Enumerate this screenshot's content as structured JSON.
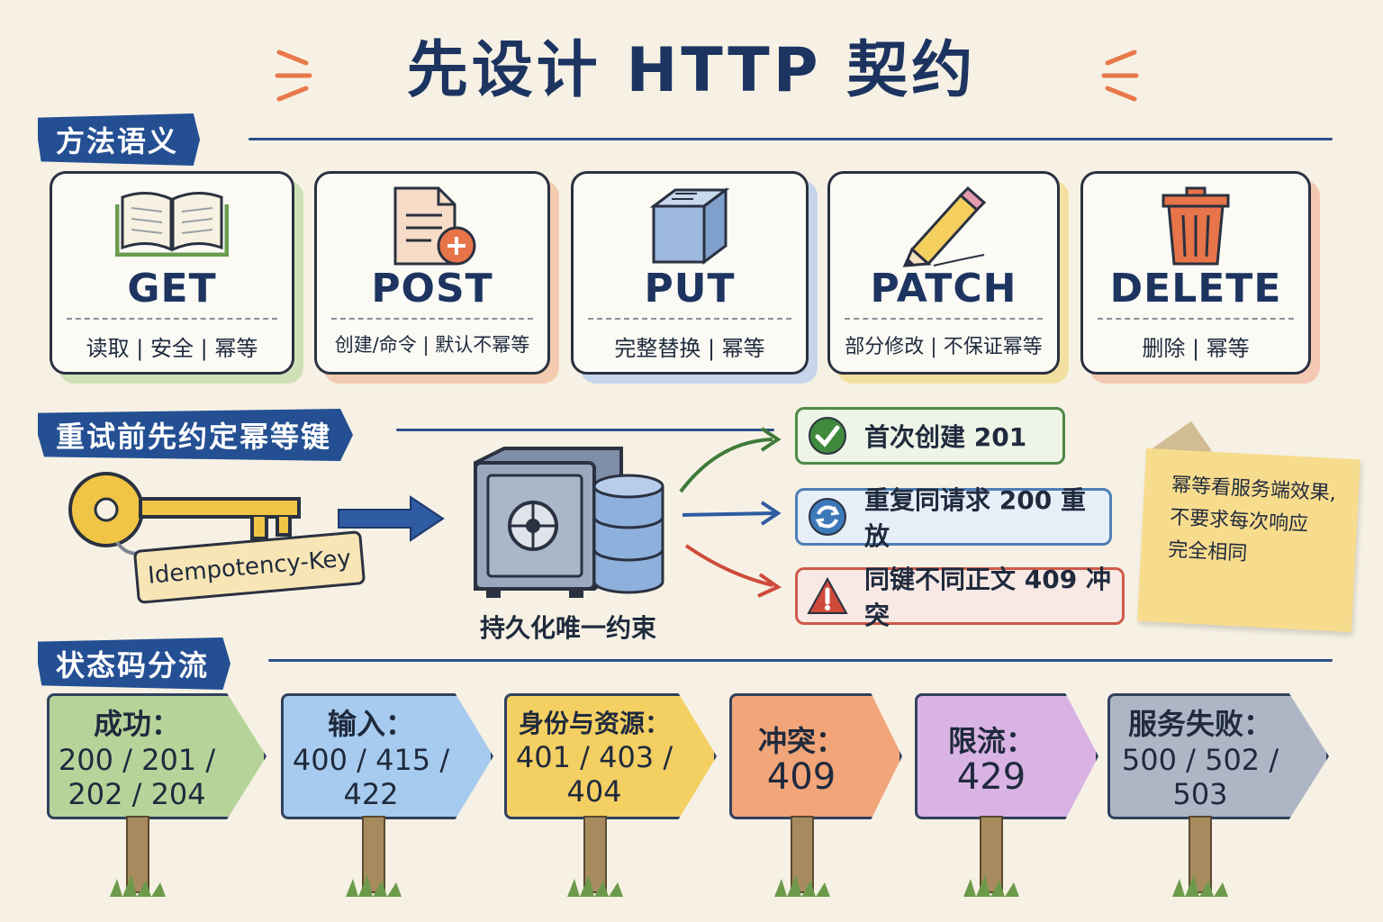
{
  "title": "先设计 HTTP 契约",
  "sections": {
    "methods": "方法语义",
    "idempotency": "重试前先约定幂等键",
    "status": "状态码分流"
  },
  "methods": [
    {
      "name": "GET",
      "desc": "读取 | 安全 | 幂等",
      "color": "#a9c98a"
    },
    {
      "name": "POST",
      "desc": "创建/命令 | 默认不幂等",
      "color": "#f1b48e"
    },
    {
      "name": "PUT",
      "desc": "完整替换 | 幂等",
      "color": "#9bb8de"
    },
    {
      "name": "PATCH",
      "desc": "部分修改 | 不保证幂等",
      "color": "#f3d26a"
    },
    {
      "name": "DELETE",
      "desc": "删除 | 幂等",
      "color": "#f1a886"
    }
  ],
  "idempotency": {
    "key_tag": "Idempotency-Key",
    "store_label": "持久化唯一约束",
    "outcomes": [
      {
        "text": "首次创建 201",
        "kind": "success",
        "color": "#3f8a3c"
      },
      {
        "text": "重复同请求 200 重放",
        "kind": "replay",
        "color": "#3d78b8"
      },
      {
        "text": "同键不同正文 409 冲突",
        "kind": "conflict",
        "color": "#cf4a3a"
      }
    ],
    "note": [
      "幂等看服务端效果,",
      "不要求每次响应",
      "完全相同"
    ]
  },
  "status_signs": [
    {
      "title": "成功：",
      "codes": [
        "200 / 201 /",
        "202 / 204"
      ],
      "color": "#b6d49a"
    },
    {
      "title": "输入：",
      "codes": [
        "400 / 415 /",
        "422"
      ],
      "color": "#a7cbee"
    },
    {
      "title": "身份与资源：",
      "codes": [
        "401 / 403 /",
        "404"
      ],
      "color": "#f4cf62"
    },
    {
      "title": "冲突：",
      "codes": [
        "409"
      ],
      "color": "#f2a578"
    },
    {
      "title": "限流：",
      "codes": [
        "429"
      ],
      "color": "#d9b3e3"
    },
    {
      "title": "服务失败：",
      "codes": [
        "500 / 502 /",
        "503"
      ],
      "color": "#aeb6c6"
    }
  ],
  "icons": [
    "open-book-icon",
    "new-document-icon",
    "box-icon",
    "pencil-icon",
    "trash-can-icon",
    "key-icon",
    "arrow-icon",
    "safe-icon",
    "database-icon",
    "check-icon",
    "refresh-icon",
    "warning-icon"
  ]
}
